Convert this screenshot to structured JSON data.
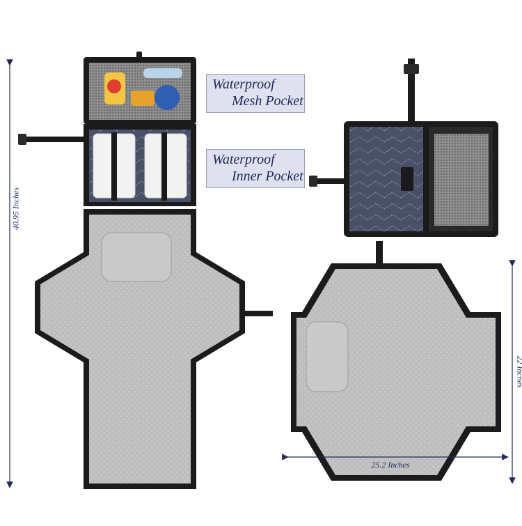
{
  "labels": {
    "mesh_pocket": {
      "line1": "Waterproof",
      "line2": "Mesh Pocket"
    },
    "inner_pocket": {
      "line1": "Waterproof",
      "line2": "Inner Pocket"
    }
  },
  "dimensions": {
    "height_left": "40.95 Inches",
    "height_right": "22 Inches",
    "width_bottom": "25.2 Inches"
  },
  "colors": {
    "mat_gray": "#bdbdbd",
    "mat_border": "#1b1b1b",
    "navy_fabric": "#4a5067",
    "arrow_line": "#1f2a5a",
    "label_bg": "#dfe2ee"
  }
}
